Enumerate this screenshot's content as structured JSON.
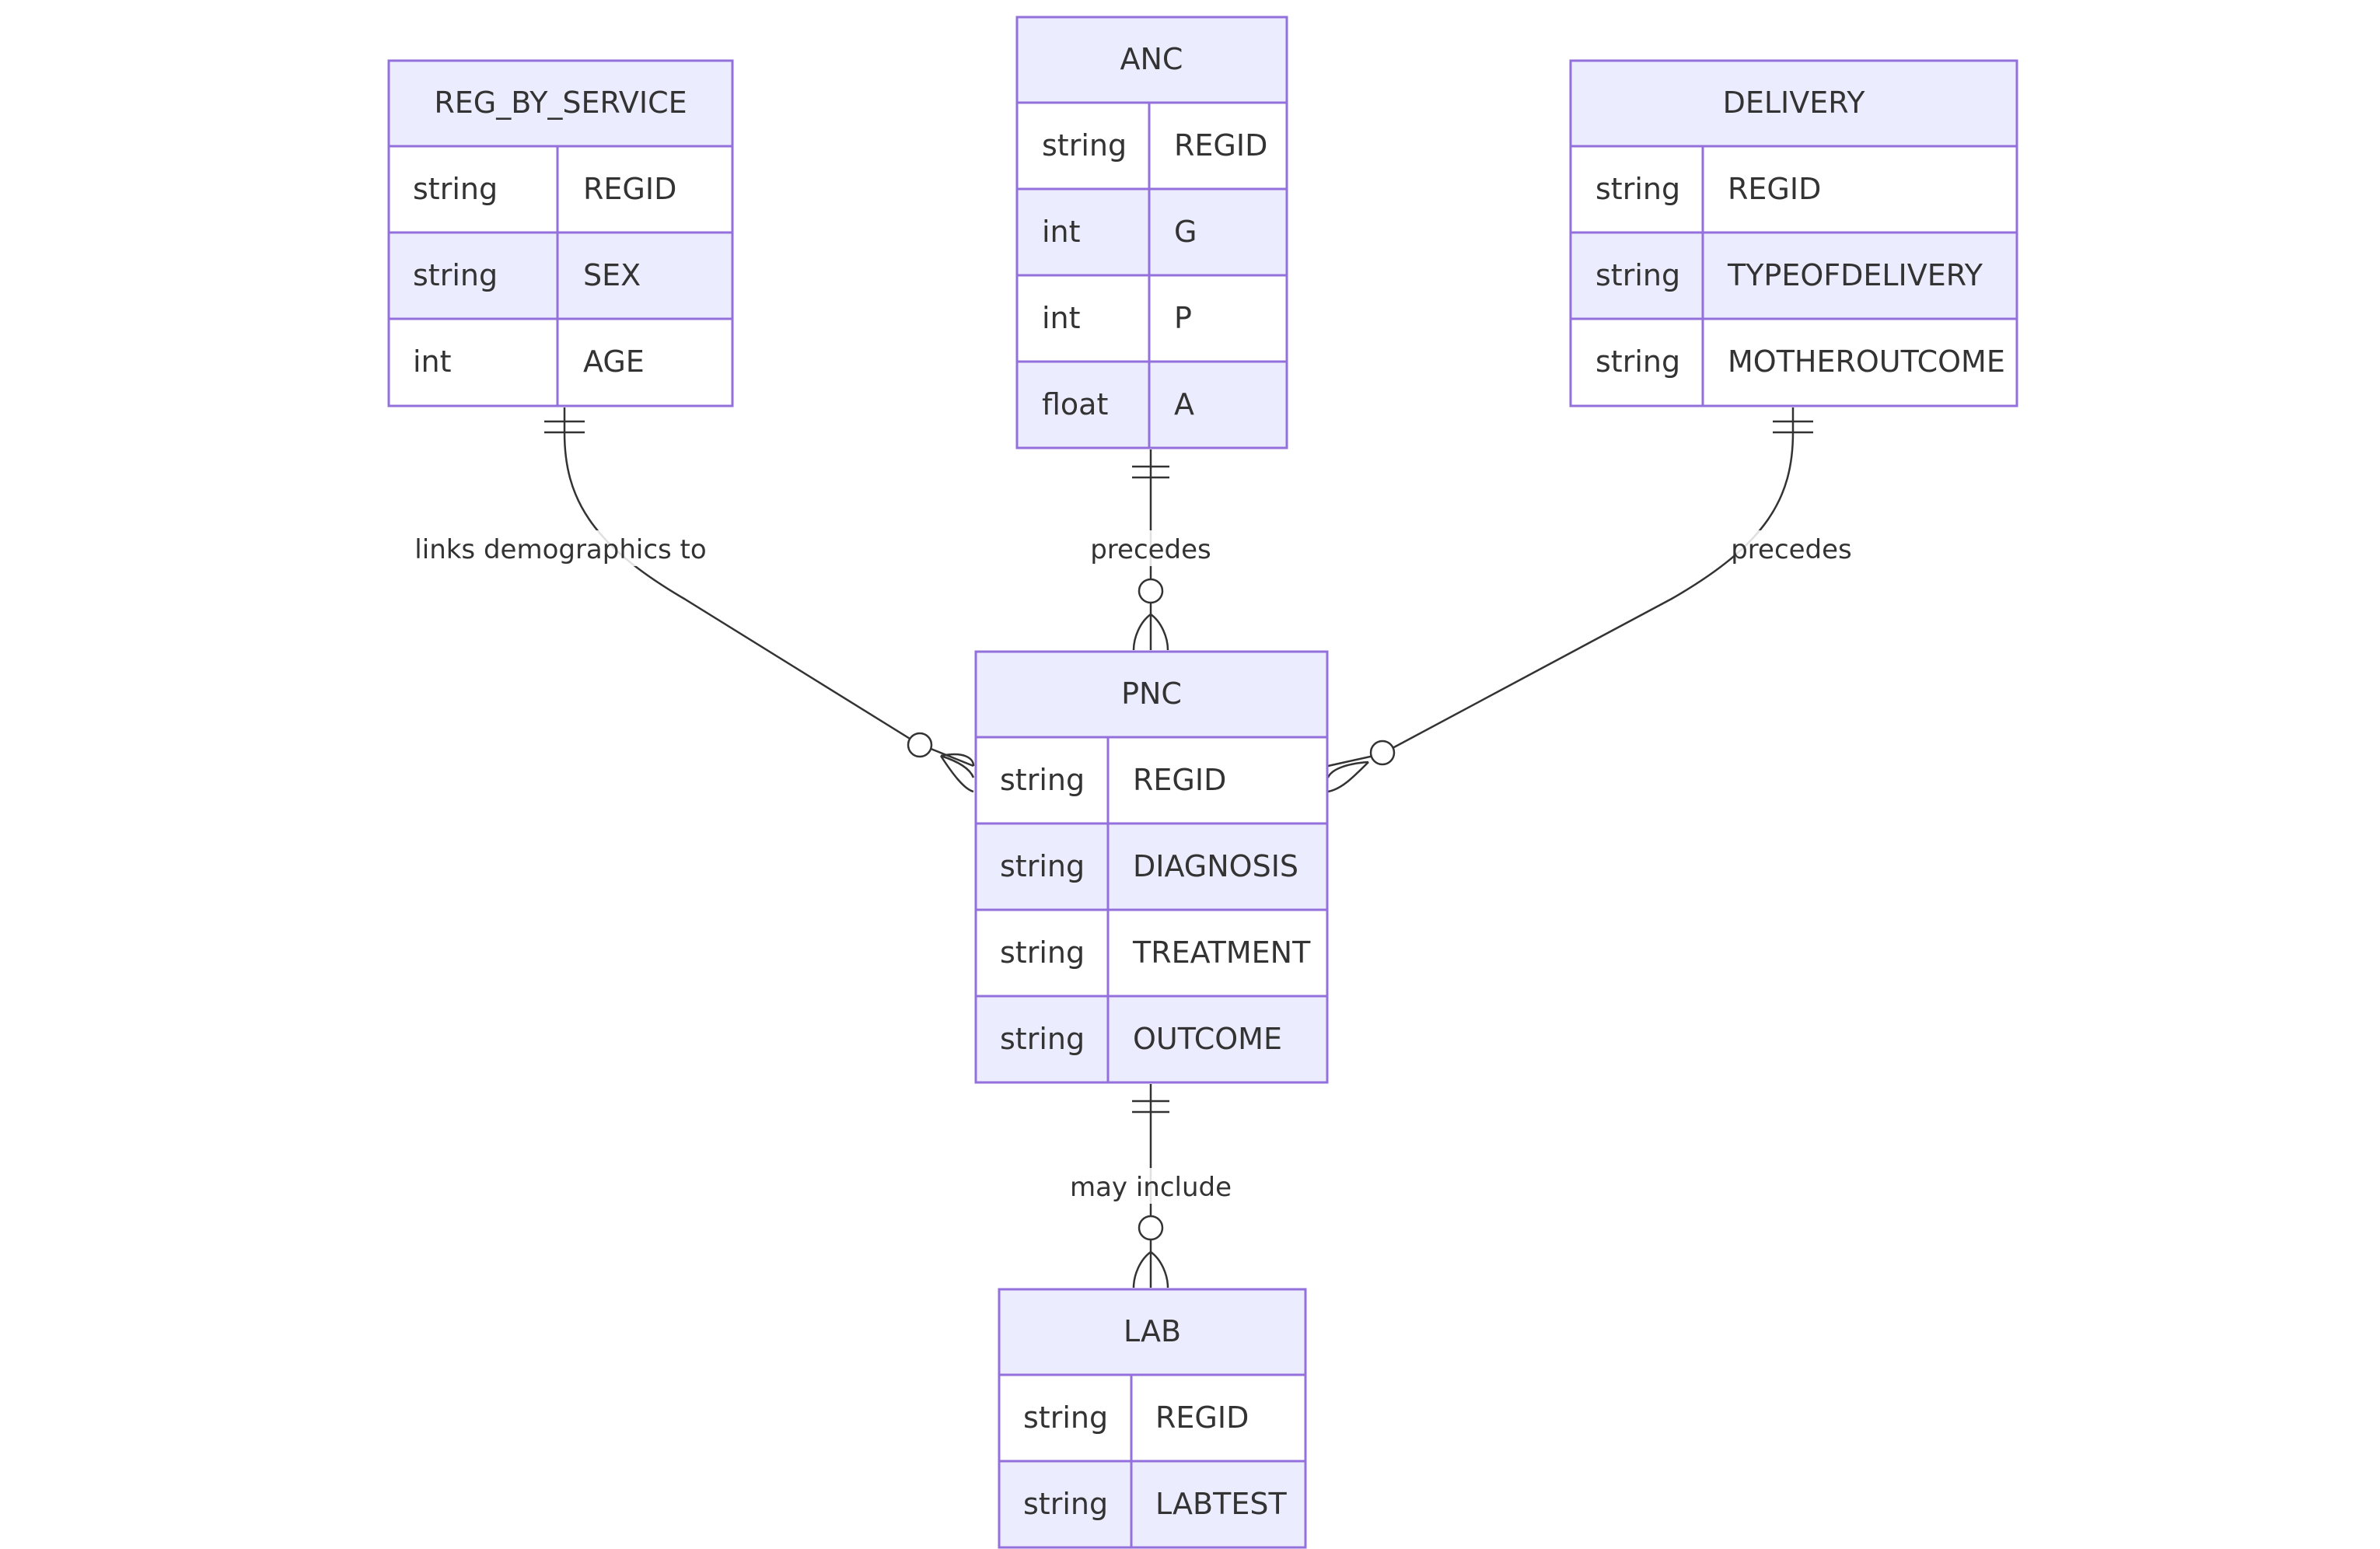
{
  "entities": {
    "reg_by_service": {
      "name": "REG_BY_SERVICE",
      "attributes": [
        {
          "type": "string",
          "name": "REGID"
        },
        {
          "type": "string",
          "name": "SEX"
        },
        {
          "type": "int",
          "name": "AGE"
        }
      ]
    },
    "anc": {
      "name": "ANC",
      "attributes": [
        {
          "type": "string",
          "name": "REGID"
        },
        {
          "type": "int",
          "name": "G"
        },
        {
          "type": "int",
          "name": "P"
        },
        {
          "type": "float",
          "name": "A"
        }
      ]
    },
    "delivery": {
      "name": "DELIVERY",
      "attributes": [
        {
          "type": "string",
          "name": "REGID"
        },
        {
          "type": "string",
          "name": "TYPEOFDELIVERY"
        },
        {
          "type": "string",
          "name": "MOTHEROUTCOME"
        }
      ]
    },
    "pnc": {
      "name": "PNC",
      "attributes": [
        {
          "type": "string",
          "name": "REGID"
        },
        {
          "type": "string",
          "name": "DIAGNOSIS"
        },
        {
          "type": "string",
          "name": "TREATMENT"
        },
        {
          "type": "string",
          "name": "OUTCOME"
        }
      ]
    },
    "lab": {
      "name": "LAB",
      "attributes": [
        {
          "type": "string",
          "name": "REGID"
        },
        {
          "type": "string",
          "name": "LABTEST"
        }
      ]
    }
  },
  "relationships": [
    {
      "from": "REG_BY_SERVICE",
      "to": "PNC",
      "label": "links demographics to",
      "from_card": "exactly-one",
      "to_card": "zero-or-many"
    },
    {
      "from": "ANC",
      "to": "PNC",
      "label": "precedes",
      "from_card": "exactly-one",
      "to_card": "zero-or-many"
    },
    {
      "from": "DELIVERY",
      "to": "PNC",
      "label": "precedes",
      "from_card": "exactly-one",
      "to_card": "zero-or-many"
    },
    {
      "from": "PNC",
      "to": "LAB",
      "label": "may include",
      "from_card": "exactly-one",
      "to_card": "zero-or-many"
    }
  ],
  "colors": {
    "entity_fill": "#ECECFF",
    "entity_stroke": "#9370DB",
    "line": "#333333",
    "text": "#333333"
  }
}
